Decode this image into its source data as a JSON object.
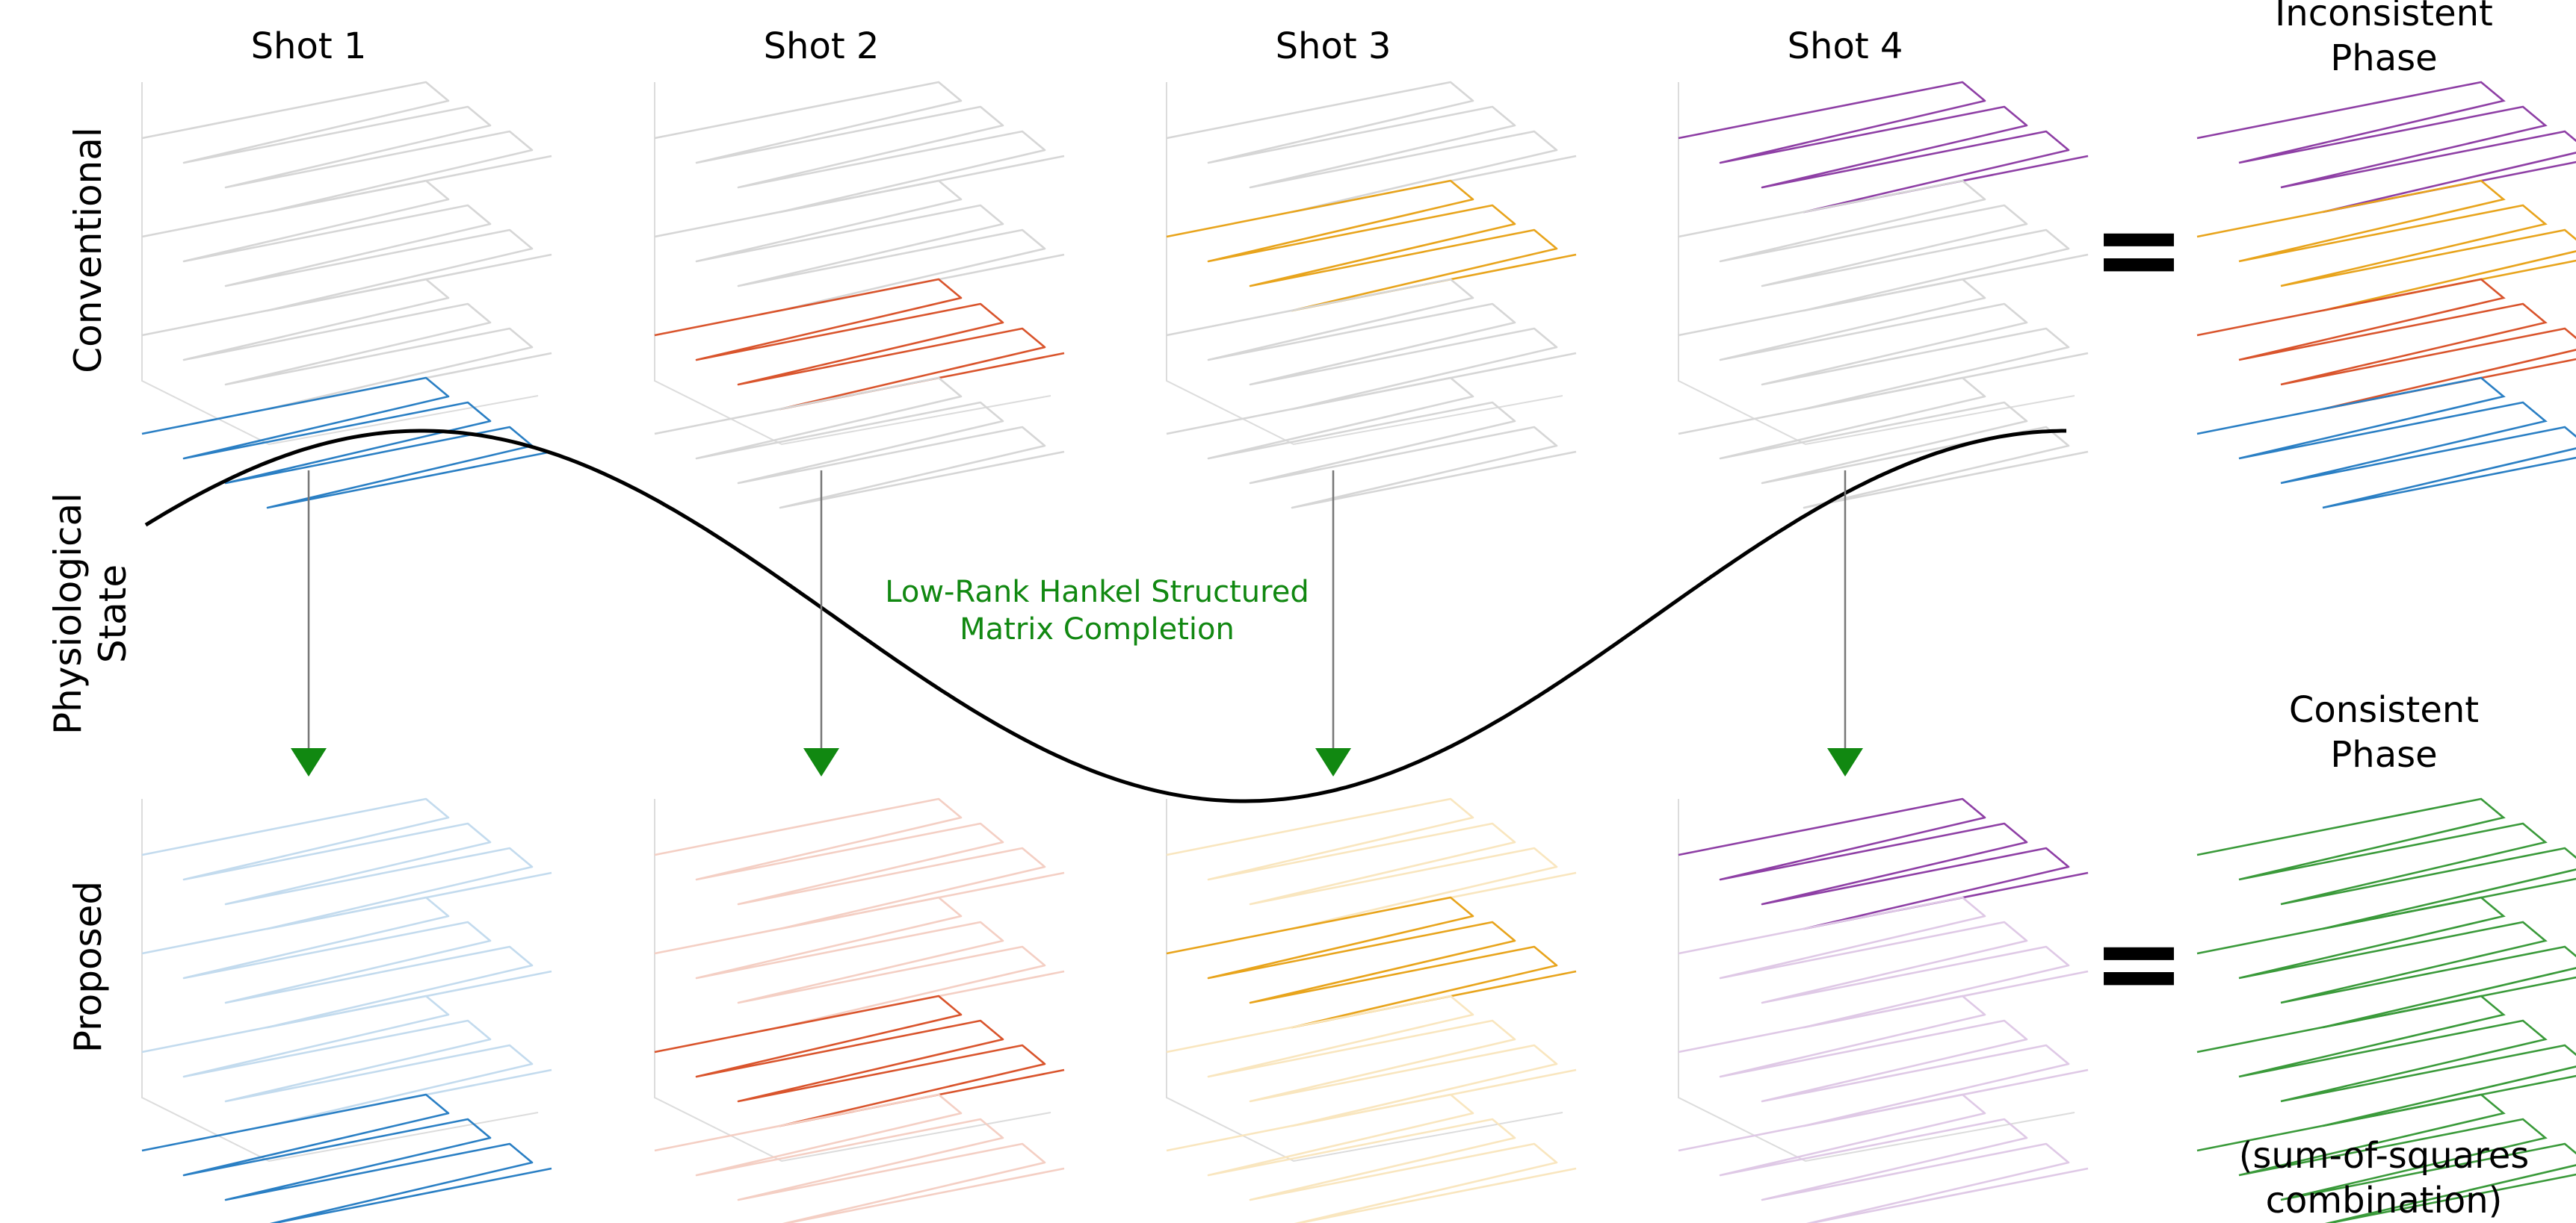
{
  "shots": [
    {
      "title": "Shot 1",
      "color": "#2a7fc4",
      "conv_group": 0,
      "prop_group": 0
    },
    {
      "title": "Shot 2",
      "color": "#d9542c",
      "conv_group": 1,
      "prop_group": 1
    },
    {
      "title": "Shot 3",
      "color": "#e8a41c",
      "conv_group": 2,
      "prop_group": 2
    },
    {
      "title": "Shot 4",
      "color": "#8e3fa5",
      "conv_group": 3,
      "prop_group": 3
    }
  ],
  "row_labels": {
    "conventional": "Conventional",
    "physiological_line1": "Physiological",
    "physiological_line2": "State",
    "proposed": "Proposed"
  },
  "center_annotation": {
    "line1": "Low-Rank Hankel Structured",
    "line2": "Matrix Completion"
  },
  "right_top": {
    "title_line1": "Inconsistent",
    "title_line2": "Phase"
  },
  "right_bottom": {
    "title_line1": "Consistent",
    "title_line2": "Phase",
    "caption_line1": "(sum-of-squares",
    "caption_line2": "combination)",
    "color": "#3a9a3a"
  },
  "equals_sign": "=",
  "colors": {
    "arrow_head": "#118811",
    "annotation": "#118811",
    "faint_gray": "#d6d6d6",
    "curve": "#000000"
  }
}
